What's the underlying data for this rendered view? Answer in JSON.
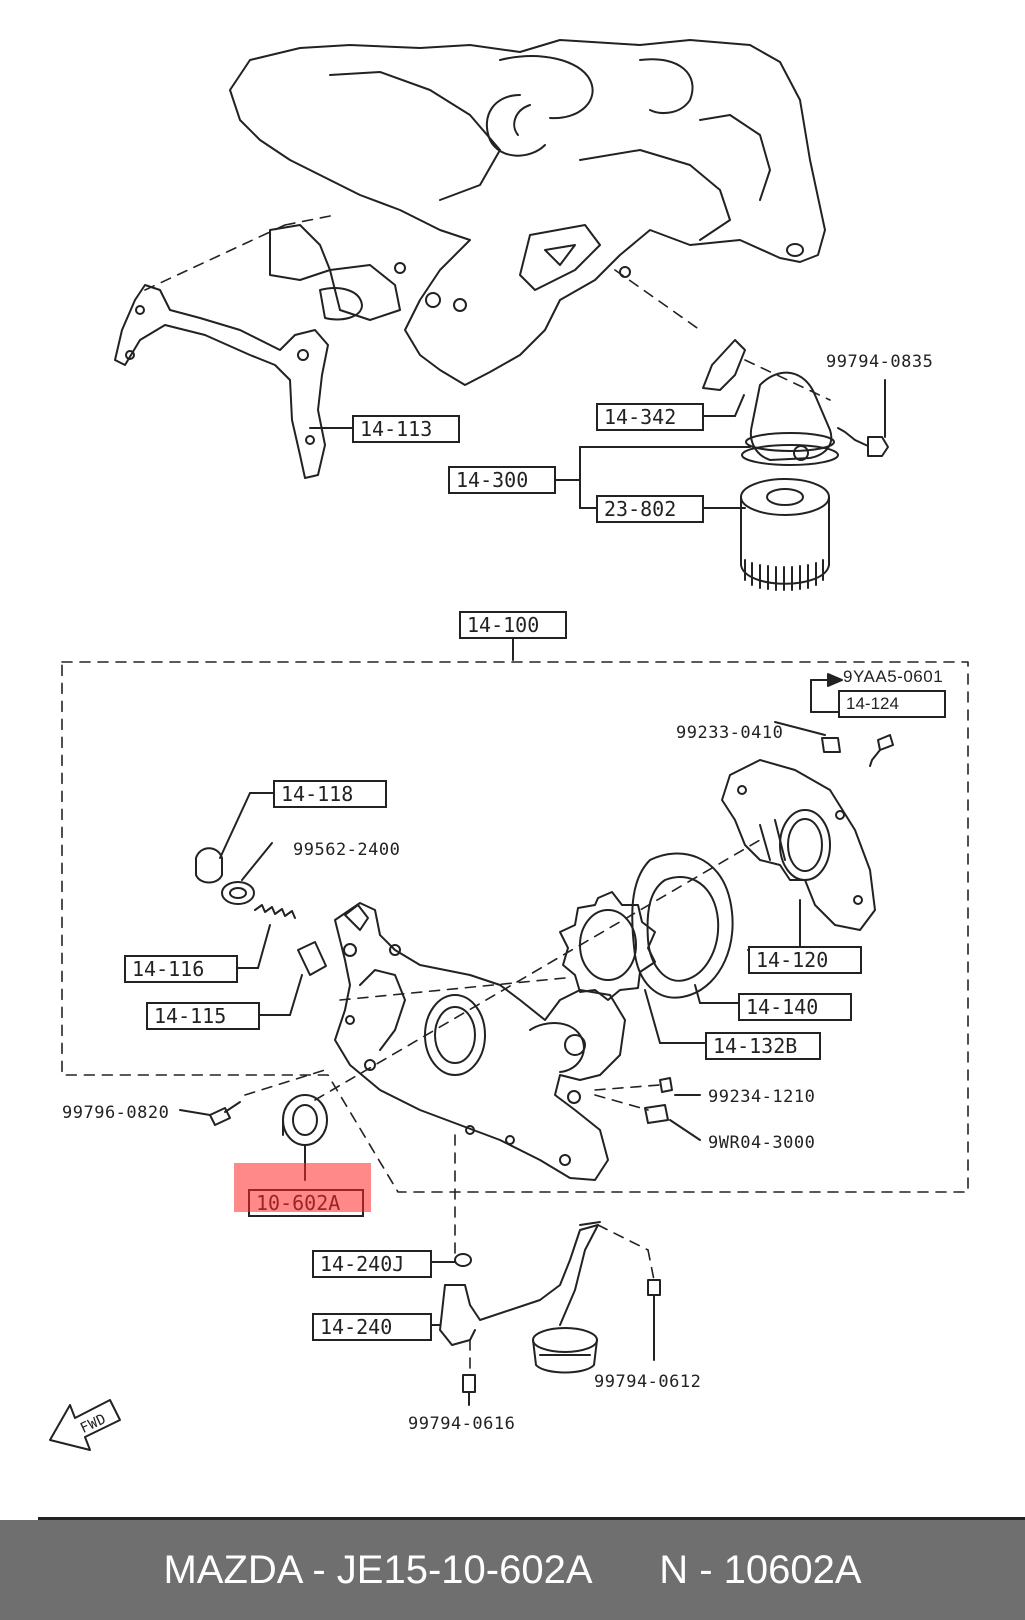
{
  "callouts": {
    "c14_113": "14-113",
    "c14_342": "14-342",
    "c14_300": "14-300",
    "c23_802": "23-802",
    "c14_100": "14-100",
    "c14_124": "14-124",
    "c14_118": "14-118",
    "c14_116": "14-116",
    "c14_115": "14-115",
    "c14_120": "14-120",
    "c14_140": "14-140",
    "c14_132b": "14-132B",
    "c10_602a": "10-602A",
    "c14_240j": "14-240J",
    "c14_240": "14-240"
  },
  "part_numbers": {
    "p99794_0835": "99794-0835",
    "p9yaa5_0601": "9YAA5-0601",
    "p99233_0410": "99233-0410",
    "p99562_2400": "99562-2400",
    "p99796_0820": "99796-0820",
    "p99234_1210": "99234-1210",
    "p9wr04_3000": "9WR04-3000",
    "p99794_0612": "99794-0612",
    "p99794_0616": "99794-0616"
  },
  "fwd_label": "FWD",
  "caption": {
    "left": "MAZDA - JE15-10-602A",
    "right": "N - 10602A"
  },
  "colors": {
    "highlight": "#ff2828",
    "caption_bar": "#6f6f6f",
    "caption_text": "#ffffff",
    "line": "#222222"
  }
}
